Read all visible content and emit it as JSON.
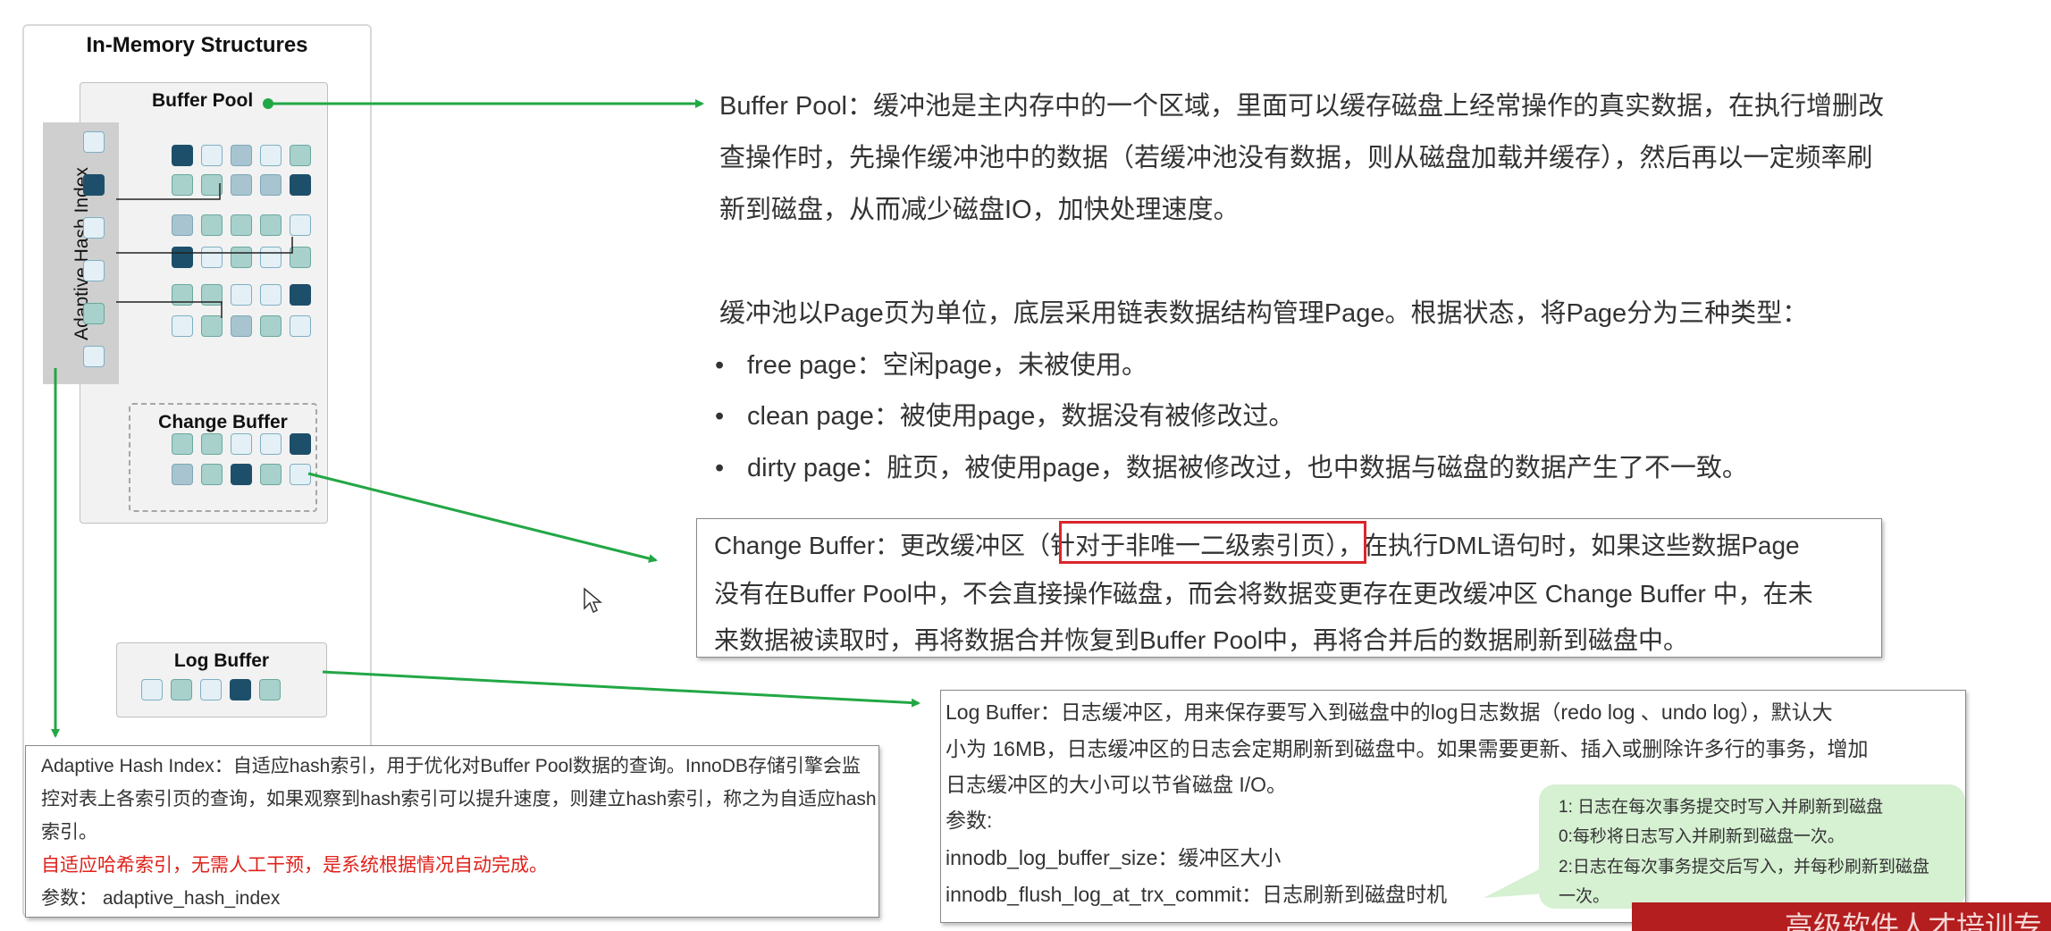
{
  "diagram": {
    "title": "In-Memory Structures",
    "buffer_pool_label": "Buffer Pool",
    "adaptive_hash_index_label": "Adaptive Hash Index",
    "change_buffer_label": "Change Buffer",
    "log_buffer_label": "Log Buffer",
    "colors": {
      "dark": "#1d4f6b",
      "mid": "#a7c4d0",
      "teal": "#a8d1cc",
      "light": "#e4f0f6",
      "arrow": "#22a745"
    }
  },
  "buffer_pool_desc": {
    "lines": [
      "Buffer Pool：缓冲池是主内存中的一个区域，里面可以缓存磁盘上经常操作的真实数据，在执行增删改",
      "查操作时，先操作缓冲池中的数据（若缓冲池没有数据，则从磁盘加载并缓存），然后再以一定频率刷",
      "新到磁盘，从而减少磁盘IO，加快处理速度。"
    ]
  },
  "page_types": {
    "intro": "缓冲池以Page页为单位，底层采用链表数据结构管理Page。根据状态，将Page分为三种类型：",
    "bullet": "•",
    "items": [
      "free page：空闲page，未被使用。",
      "clean page：被使用page，数据没有被修改过。",
      "dirty page：脏页，被使用page，数据被修改过，也中数据与磁盘的数据产生了不一致。"
    ]
  },
  "change_buffer_desc": {
    "line1_prefix": "Change Buffer：更改缓冲区（",
    "line1_highlight": "针对于非唯一二级索引页",
    "line1_suffix": "），在执行DML语句时，如果这些数据Page",
    "line2": "没有在Buffer Pool中，不会直接操作磁盘，而会将数据变更存在更改缓冲区 Change Buffer 中，在未",
    "line3": "来数据被读取时，再将数据合并恢复到Buffer Pool中，再将合并后的数据刷新到磁盘中。"
  },
  "log_buffer_desc": {
    "lines": [
      "Log Buffer：日志缓冲区，用来保存要写入到磁盘中的log日志数据（redo log 、undo log），默认大",
      "小为 16MB，日志缓冲区的日志会定期刷新到磁盘中。如果需要更新、插入或删除许多行的事务，增加",
      "日志缓冲区的大小可以节省磁盘 I/O。",
      "参数:",
      "innodb_log_buffer_size：缓冲区大小",
      "innodb_flush_log_at_trx_commit：日志刷新到磁盘时机"
    ],
    "note": [
      "1: 日志在每次事务提交时写入并刷新到磁盘",
      "0:每秒将日志写入并刷新到磁盘一次。",
      "2:日志在每次事务提交后写入，并每秒刷新到磁盘",
      "一次。"
    ]
  },
  "ahi_desc": {
    "line1": "Adaptive Hash Index：自适应hash索引，用于优化对Buffer Pool数据的查询。InnoDB存储引擎会监",
    "line2": "控对表上各索引页的查询，如果观察到hash索引可以提升速度，则建立hash索引，称之为自适应hash",
    "line3": "索引。",
    "line4_red": "自适应哈希索引，无需人工干预，是系统根据情况自动完成。",
    "line5": "参数： adaptive_hash_index"
  },
  "banner": {
    "text": "高级软件人才培训专"
  }
}
